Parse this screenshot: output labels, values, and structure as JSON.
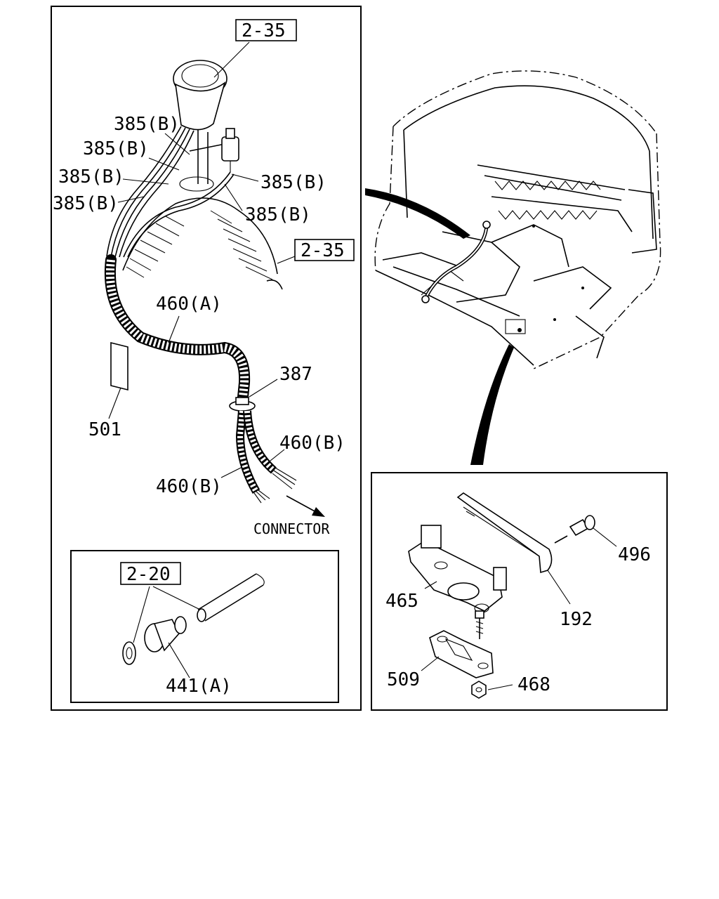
{
  "diagram": {
    "main_panel": {
      "ref_top": "2-35",
      "ref_boot": "2-35",
      "label_385_1": "385(B)",
      "label_385_2": "385(B)",
      "label_385_3": "385(B)",
      "label_385_4": "385(B)",
      "label_385_5": "385(B)",
      "label_385_6": "385(B)",
      "label_460a": "460(A)",
      "label_387": "387",
      "label_501": "501",
      "label_460b_right": "460(B)",
      "label_460b_left": "460(B)",
      "connector": "CONNECTOR"
    },
    "inset_panel": {
      "ref": "2-20",
      "label_441": "441(A)"
    },
    "bracket_panel": {
      "label_496": "496",
      "label_465": "465",
      "label_192": "192",
      "label_509": "509",
      "label_468": "468"
    }
  }
}
